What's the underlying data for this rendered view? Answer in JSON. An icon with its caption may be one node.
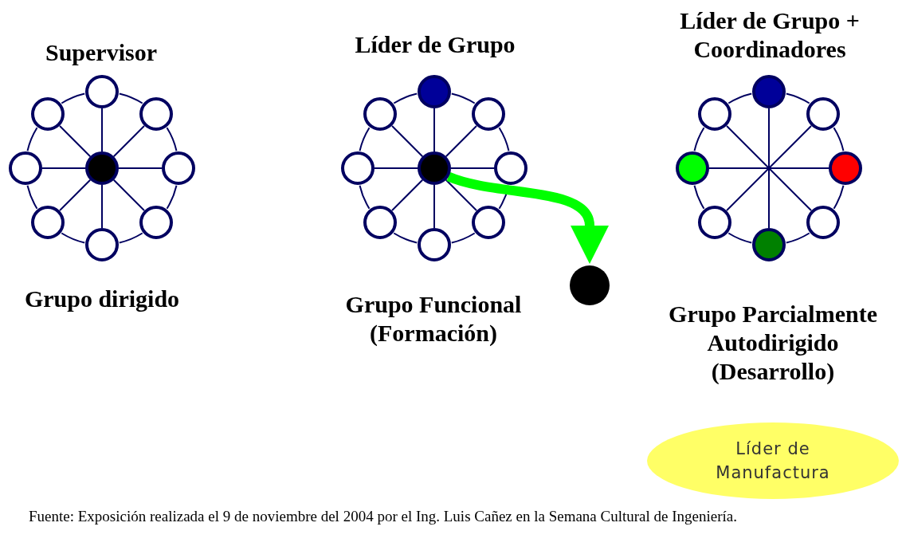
{
  "diagram": {
    "caption": "Fuente: Exposición realizada el 9 de noviembre del 2004 por el Ing. Luis Cañez en la Semana Cultural de Ingeniería.",
    "nodes": [
      {
        "text": [],
        "shape": "circle"
      },
      {
        "text": [],
        "shape": "circle"
      },
      {
        "text": [],
        "shape": "circle"
      },
      {
        "text": [],
        "shape": "circle"
      },
      {
        "text": [],
        "shape": "circle"
      },
      {
        "text": [],
        "shape": "circle"
      },
      {
        "text": [],
        "shape": "circle"
      },
      {
        "text": [],
        "shape": "circle"
      },
      {
        "text": [],
        "shape": "circle"
      },
      {
        "text": [],
        "shape": "circle"
      },
      {
        "text": [],
        "shape": "circle"
      },
      {
        "text": [],
        "shape": "circle"
      },
      {
        "text": [],
        "shape": "circle"
      },
      {
        "text": [],
        "shape": "circle"
      },
      {
        "text": [],
        "shape": "circle"
      },
      {
        "text": [],
        "shape": "circle"
      },
      {
        "text": [],
        "shape": "circle"
      },
      {
        "text": [],
        "shape": "circle"
      },
      {
        "text": [],
        "shape": "circle"
      },
      {
        "text": [],
        "shape": "circle"
      },
      {
        "text": [],
        "shape": "circle"
      },
      {
        "text": [],
        "shape": "circle"
      },
      {
        "text": [],
        "shape": "circle"
      },
      {
        "text": [],
        "shape": "circle"
      },
      {
        "text": [],
        "shape": "circle"
      },
      {
        "text": [],
        "shape": "circle"
      },
      {
        "text": [],
        "shape": "circle"
      },
      {
        "text": [
          "Líder de Manufactura"
        ]
      }
    ],
    "edges": [
      {
        "from": 4,
        "to": 0,
        "arrow": "none"
      },
      {
        "from": 4,
        "to": 1,
        "arrow": "none"
      },
      {
        "from": 4,
        "to": 2,
        "arrow": "none"
      },
      {
        "from": 4,
        "to": 3,
        "arrow": "none"
      },
      {
        "from": 4,
        "to": 5,
        "arrow": "none"
      },
      {
        "from": 4,
        "to": 6,
        "arrow": "none"
      },
      {
        "from": 4,
        "to": 7,
        "arrow": "none"
      },
      {
        "from": 4,
        "to": 8,
        "arrow": "none"
      },
      {
        "from": 0,
        "to": 2,
        "arrow": "none"
      },
      {
        "from": 2,
        "to": 5,
        "arrow": "none"
      },
      {
        "from": 5,
        "to": 7,
        "arrow": "none"
      },
      {
        "from": 7,
        "to": 8,
        "arrow": "none"
      },
      {
        "from": 8,
        "to": 6,
        "arrow": "none"
      },
      {
        "from": 6,
        "to": 3,
        "arrow": "none"
      },
      {
        "from": 3,
        "to": 1,
        "arrow": "none"
      },
      {
        "from": 1,
        "to": 0,
        "arrow": "none"
      },
      {
        "from": 13,
        "to": 9,
        "arrow": "none"
      },
      {
        "from": 13,
        "to": 10,
        "arrow": "none"
      },
      {
        "from": 13,
        "to": 11,
        "arrow": "none"
      },
      {
        "from": 13,
        "to": 12,
        "arrow": "none"
      },
      {
        "from": 13,
        "to": 14,
        "arrow": "none"
      },
      {
        "from": 13,
        "to": 15,
        "arrow": "none"
      },
      {
        "from": 13,
        "to": 16,
        "arrow": "none"
      },
      {
        "from": 13,
        "to": 17,
        "arrow": "none"
      },
      {
        "from": 9,
        "to": 11,
        "arrow": "none"
      },
      {
        "from": 11,
        "to": 14,
        "arrow": "none"
      },
      {
        "from": 14,
        "to": 16,
        "arrow": "none"
      },
      {
        "from": 16,
        "to": 17,
        "arrow": "none"
      },
      {
        "from": 17,
        "to": 15,
        "arrow": "none"
      },
      {
        "from": 15,
        "to": 12,
        "arrow": "none"
      },
      {
        "from": 12,
        "to": 10,
        "arrow": "none"
      },
      {
        "from": 10,
        "to": 9,
        "arrow": "none"
      },
      {
        "from": 18,
        "to": 25,
        "arrow": "none"
      },
      {
        "from": 21,
        "to": 22,
        "arrow": "none"
      },
      {
        "from": 19,
        "to": 24,
        "arrow": "none"
      },
      {
        "from": 20,
        "to": 23,
        "arrow": "none"
      },
      {
        "from": 18,
        "to": 20,
        "arrow": "none"
      },
      {
        "from": 20,
        "to": 22,
        "arrow": "none"
      },
      {
        "from": 22,
        "to": 24,
        "arrow": "none"
      },
      {
        "from": 24,
        "to": 25,
        "arrow": "none"
      },
      {
        "from": 25,
        "to": 23,
        "arrow": "none"
      },
      {
        "from": 23,
        "to": 21,
        "arrow": "none"
      },
      {
        "from": 21,
        "to": 19,
        "arrow": "none"
      },
      {
        "from": 19,
        "to": 18,
        "arrow": "none"
      },
      {
        "from": 13,
        "to": 26,
        "arrow": "to",
        "style": "thick",
        "color": "#00ff00"
      }
    ],
    "labels": [
      "Líder de Grupo + Coordinadores",
      "Supervisor",
      "Líder de Grupo",
      "Grupo dirigido",
      "Grupo Funcional (Formación)",
      "Grupo Parcialmente Autodirigido (Desarrollo)"
    ]
  }
}
